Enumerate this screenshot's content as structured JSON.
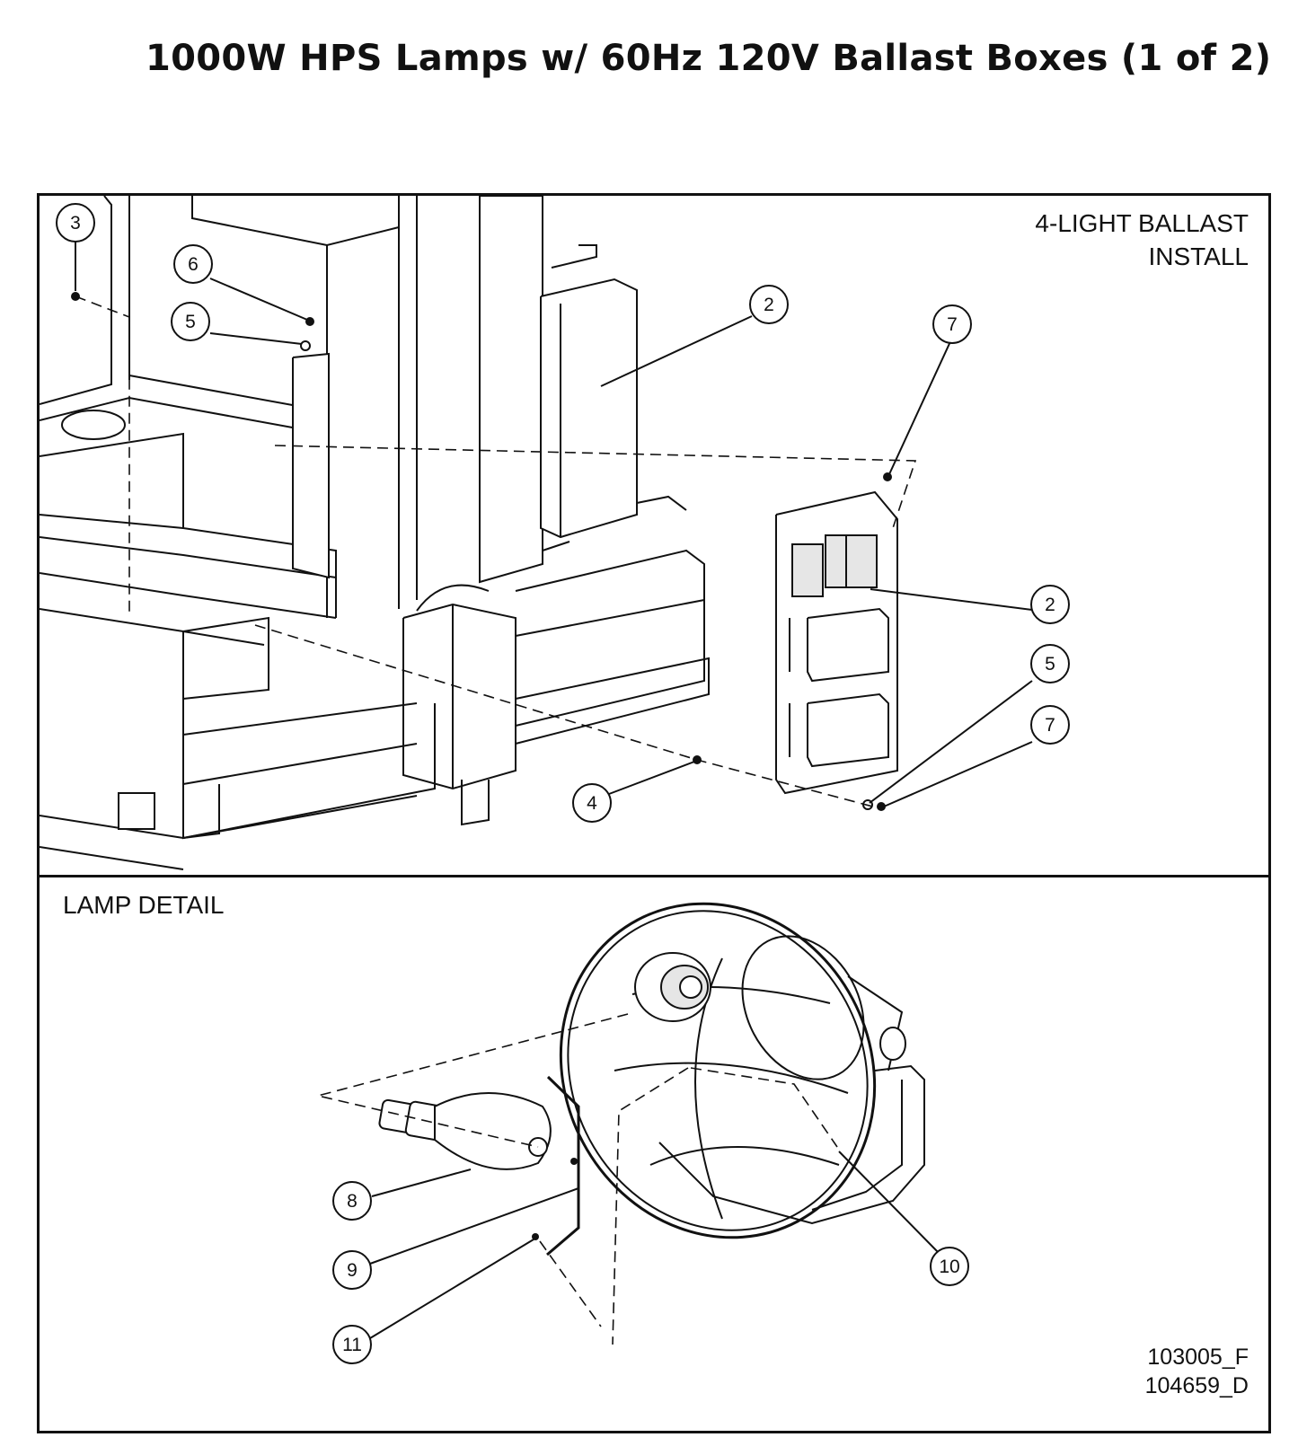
{
  "title": "1000W HPS Lamps w/ 60Hz 120V Ballast Boxes (1 of 2)",
  "panels": {
    "ballast": {
      "label_line1": "4-LIGHT BALLAST",
      "label_line2": "INSTALL"
    },
    "lamp": {
      "label": "LAMP DETAIL",
      "drawing_no_1": "103005_F",
      "drawing_no_2": "104659_D"
    }
  },
  "callouts_top": [
    {
      "id": "c3",
      "text": "3"
    },
    {
      "id": "c6",
      "text": "6"
    },
    {
      "id": "c5a",
      "text": "5"
    },
    {
      "id": "c2a",
      "text": "2"
    },
    {
      "id": "c7a",
      "text": "7"
    },
    {
      "id": "c2b",
      "text": "2"
    },
    {
      "id": "c5b",
      "text": "5"
    },
    {
      "id": "c7b",
      "text": "7"
    },
    {
      "id": "c4",
      "text": "4"
    }
  ],
  "callouts_bottom": [
    {
      "id": "c8",
      "text": "8"
    },
    {
      "id": "c9",
      "text": "9"
    },
    {
      "id": "c11",
      "text": "11"
    },
    {
      "id": "c10",
      "text": "10"
    }
  ]
}
